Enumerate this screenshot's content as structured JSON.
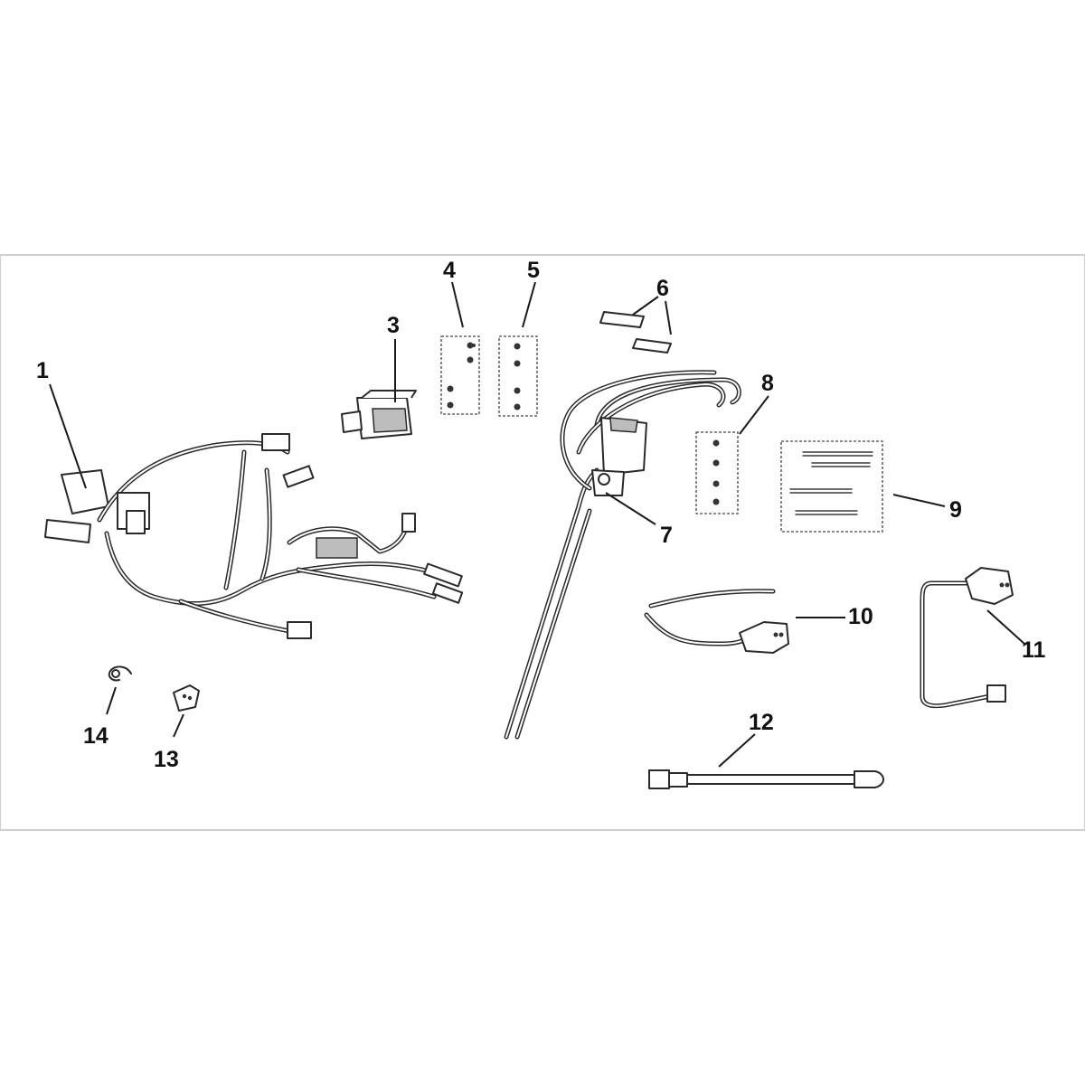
{
  "diagram": {
    "type": "exploded-parts-diagram",
    "callouts": [
      {
        "id": "1",
        "label": "1"
      },
      {
        "id": "3",
        "label": "3"
      },
      {
        "id": "4",
        "label": "4"
      },
      {
        "id": "5",
        "label": "5"
      },
      {
        "id": "6",
        "label": "6"
      },
      {
        "id": "7",
        "label": "7"
      },
      {
        "id": "8",
        "label": "8"
      },
      {
        "id": "9",
        "label": "9"
      },
      {
        "id": "10",
        "label": "10"
      },
      {
        "id": "11",
        "label": "11"
      },
      {
        "id": "12",
        "label": "12"
      },
      {
        "id": "13",
        "label": "13"
      },
      {
        "id": "14",
        "label": "14"
      }
    ]
  }
}
